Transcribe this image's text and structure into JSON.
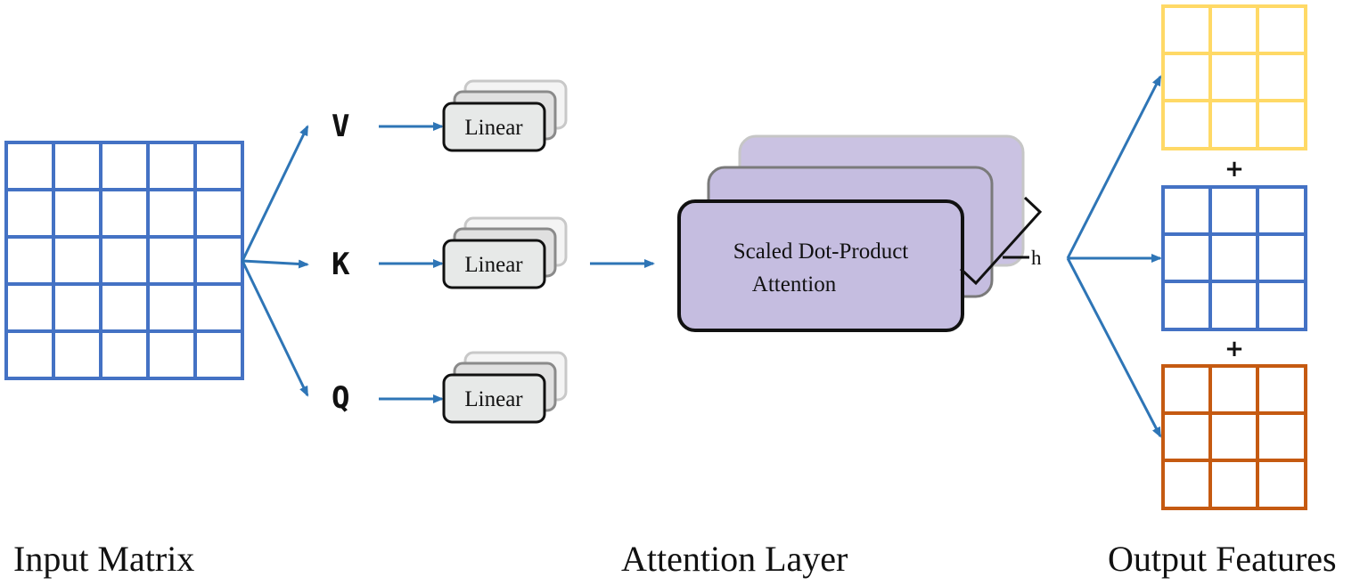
{
  "labels": {
    "input_matrix": "Input Matrix",
    "attention_layer": "Attention Layer",
    "output_features": "Output Features",
    "v": "V",
    "k": "K",
    "q": "Q",
    "linear": "Linear",
    "attention_line1": "Scaled Dot-Product",
    "attention_line2": "Attention",
    "heads": "h",
    "plus": "+"
  },
  "colors": {
    "input_grid": "#4472c4",
    "arrow": "#2e75b6",
    "linear_fill": "#e7e9e8",
    "attention_fill": "#c5bde0",
    "output_yellow": "#ffd966",
    "output_blue": "#4472c4",
    "output_orange": "#c55a11"
  },
  "grids": {
    "input": {
      "rows": 5,
      "cols": 5
    },
    "outputs": {
      "rows": 3,
      "cols": 3
    }
  }
}
